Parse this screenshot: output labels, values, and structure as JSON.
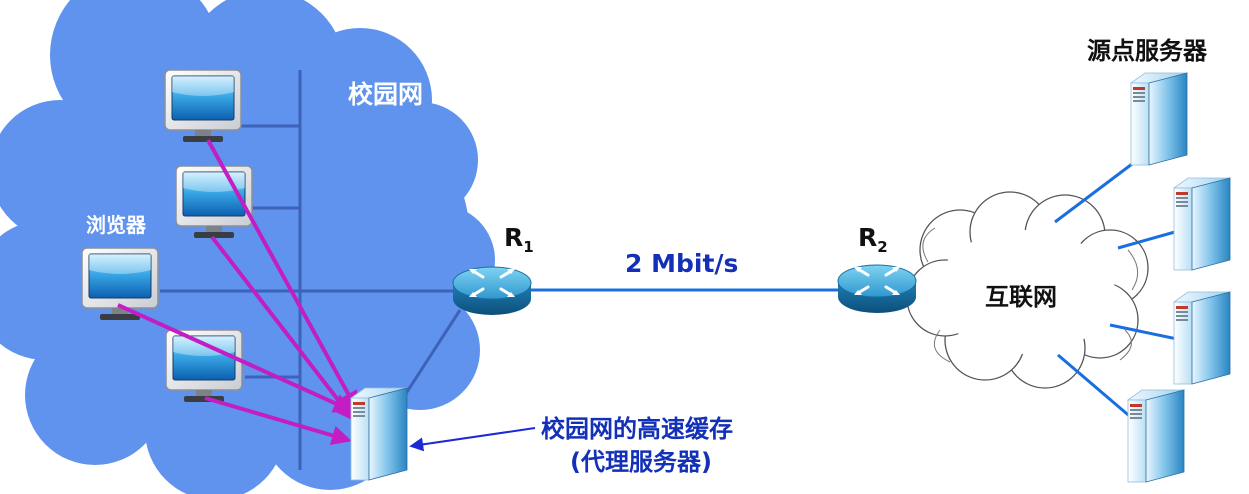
{
  "labels": {
    "campus_network": "校园网",
    "browser": "浏览器",
    "router1_letter": "R",
    "router1_sub": "1",
    "router2_letter": "R",
    "router2_sub": "2",
    "link_speed": "2 Mbit/s",
    "internet": "互联网",
    "origin_servers": "源点服务器",
    "cache_line1": "校园网的高速缓存",
    "cache_line2": "(代理服务器)"
  },
  "colors": {
    "campus_cloud": "#5f93ee",
    "campus_bus": "#3d62b8",
    "link_line": "#1a6fe0",
    "request_arrow": "#c21ec4",
    "cache_pointer": "#1b2ad6",
    "white_text": "#ffffff",
    "dark_text": "#111111",
    "blue_text": "#1330b8"
  },
  "icons": {
    "client": "monitor-icon",
    "router": "router-icon",
    "server": "server-tower-icon",
    "internet_cloud": "cloud-icon"
  }
}
